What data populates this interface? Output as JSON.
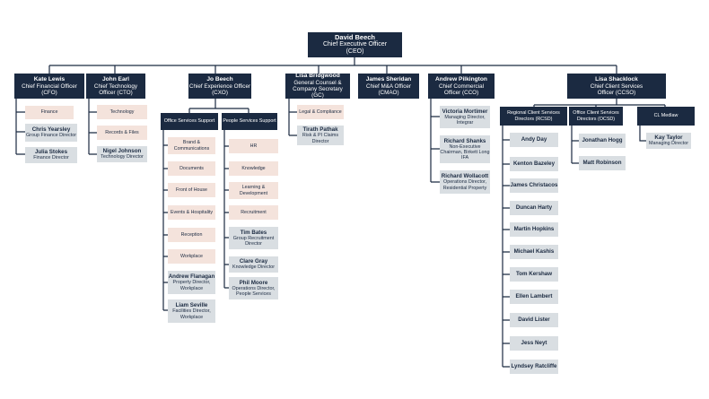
{
  "colors": {
    "navy": "#1b2a41",
    "pink": "#f4e3dc",
    "grey": "#d9dee2",
    "line": "#1b2a41"
  },
  "ceo": {
    "name": "David Beech",
    "title": "Chief Executive Officer",
    "abbr": "(CEO)"
  },
  "cfo": {
    "name": "Kate Lewis",
    "title": "Chief Financial Officer",
    "abbr": "(CFO)",
    "units": [
      "Finance"
    ],
    "people": [
      {
        "name": "Chris Yearsley",
        "role": "Group Finance Director"
      },
      {
        "name": "Julia Stokes",
        "role": "Finance Director"
      }
    ]
  },
  "cto": {
    "name": "John Earl",
    "title": "Chief Technology",
    "abbr": "Officer (CTO)",
    "units": [
      "Technology",
      "Records & Files"
    ],
    "people": [
      {
        "name": "Nigel Johnson",
        "role": "Technology Director"
      }
    ]
  },
  "cxo": {
    "name": "Jo Beech",
    "title": "Chief Experience Officer",
    "abbr": "(CXO)",
    "office_services": {
      "header": "Office Services Support",
      "units": [
        "Brand & Communications",
        "Documents",
        "Front of House",
        "Events & Hospitality",
        "Reception",
        "Workplace"
      ],
      "people": [
        {
          "name": "Andrew Flanagan",
          "role": "Property Director, Workplace"
        },
        {
          "name": "Liam Seville",
          "role": "Facilities Director, Workplace"
        }
      ]
    },
    "people_services": {
      "header": "People Services Support",
      "units": [
        "HR",
        "Knowledge",
        "Learning & Development",
        "Recruitment"
      ],
      "people": [
        {
          "name": "Tim Bates",
          "role": "Group Recruitment Director"
        },
        {
          "name": "Clare Gray",
          "role": "Knowledge Director"
        },
        {
          "name": "Phil Moore",
          "role": "Operations Director, People Services"
        }
      ]
    }
  },
  "gc": {
    "name": "Lisa Bridgwood",
    "title": "General Counsel &",
    "title2": "Company Secretary",
    "abbr": "(GC)",
    "units": [
      "Legal & Compliance"
    ],
    "people": [
      {
        "name": "Tirath Pathak",
        "role": "Risk & PI Claims Director"
      }
    ]
  },
  "cmao": {
    "name": "James Sheridan",
    "title": "Chief M&A Officer",
    "abbr": "(CMAO)"
  },
  "cco": {
    "name": "Andrew Pilkington",
    "title": "Chief Commercial",
    "abbr": "Officer (CCO)",
    "people": [
      {
        "name": "Victoria Mortimer",
        "role": "Managing Director, Integrar"
      },
      {
        "name": "Richard Shanks",
        "role": "Non-Executive Chairman, Birkett Long IFA"
      },
      {
        "name": "Richard Wollacott",
        "role": "Operations Director, Residential Property"
      }
    ]
  },
  "ccso": {
    "name": "Lisa Shacklock",
    "title": "Chief Client Services",
    "abbr": "Officer (CCSO)",
    "rcsd": {
      "header": "Regional Client Services Directors (RCSD)",
      "people": [
        "Andy Day",
        "Kenton Bazeley",
        "James Christacos",
        "Duncan Harty",
        "Martin Hopkins",
        "Michael Kashis",
        "Tom Kershaw",
        "Ellen Lambert",
        "David Lister",
        "Jess Neyt",
        "Lyndsey Ratcliffe"
      ]
    },
    "ocsd": {
      "header": "Office Client Services Directors (OCSD)",
      "people": [
        "Jonathan Hogg",
        "Matt Robinson"
      ]
    },
    "cl_medlaw": {
      "header": "CL Medlaw",
      "people": [
        {
          "name": "Kay Taylor",
          "role": "Managing Director"
        }
      ]
    }
  }
}
